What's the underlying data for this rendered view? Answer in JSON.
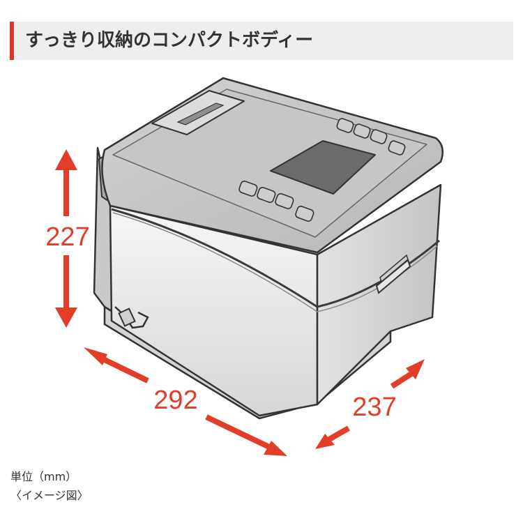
{
  "header": {
    "title": "すっきり収納のコンパクトボディー"
  },
  "dimensions": {
    "height": "227",
    "width": "292",
    "depth": "237"
  },
  "footer": {
    "unit": "単位（mm）",
    "note": "〈イメージ図〉"
  },
  "colors": {
    "accent": "#d9362b",
    "arrow": "#e23d28",
    "header_bg": "#eeeeee"
  }
}
